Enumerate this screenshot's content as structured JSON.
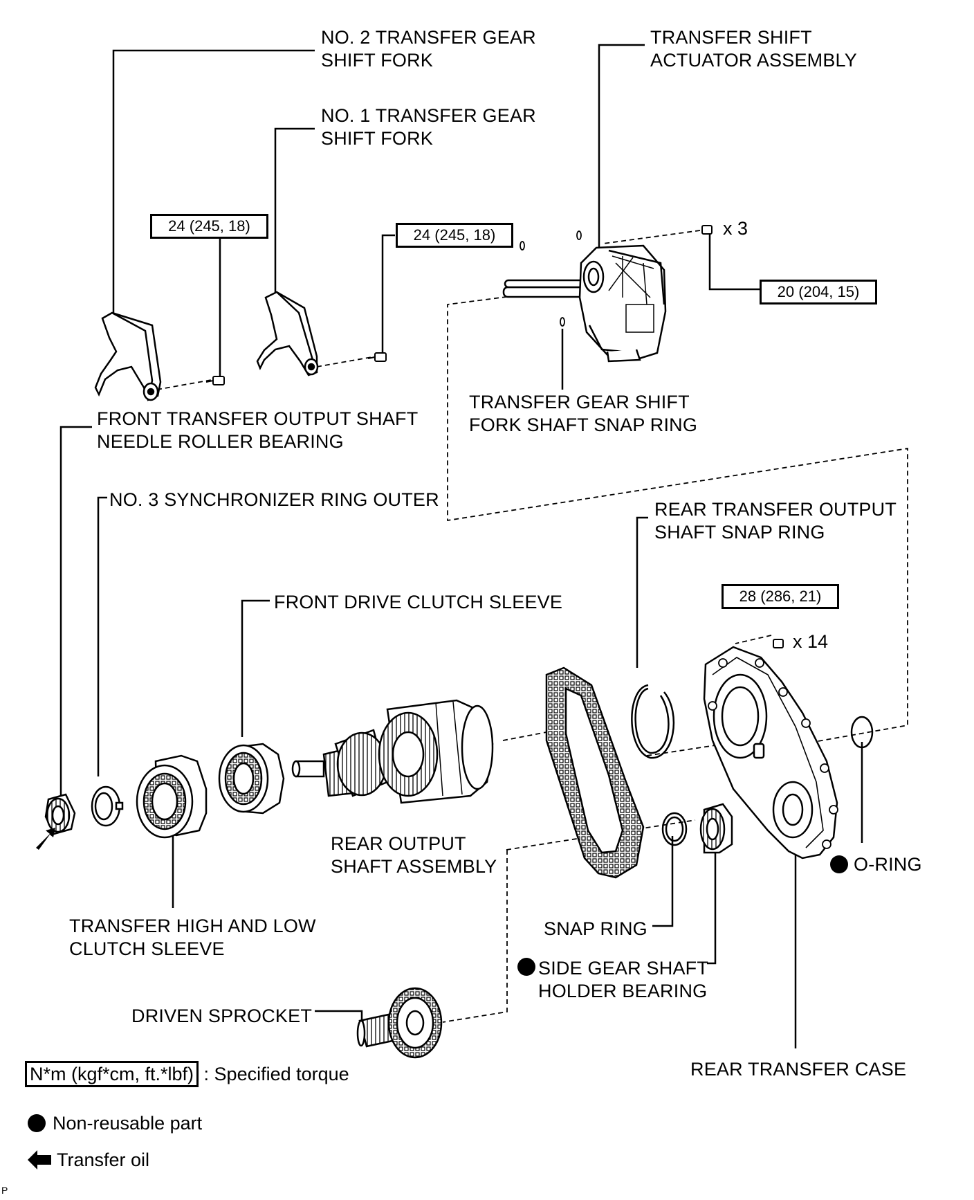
{
  "labels": {
    "no2_fork": "NO. 2 TRANSFER GEAR\nSHIFT FORK",
    "no1_fork": "NO. 1 TRANSFER GEAR\nSHIFT FORK",
    "actuator": "TRANSFER SHIFT\nACTUATOR ASSEMBLY",
    "fork_shaft_snap_ring": "TRANSFER GEAR SHIFT\nFORK SHAFT SNAP RING",
    "front_needle_bearing": "FRONT TRANSFER OUTPUT SHAFT\nNEEDLE ROLLER BEARING",
    "sync_ring": "NO. 3 SYNCHRONIZER RING OUTER",
    "rear_output_snap_ring": "REAR TRANSFER OUTPUT\nSHAFT SNAP RING",
    "front_drive_sleeve": "FRONT DRIVE CLUTCH SLEEVE",
    "rear_output_shaft": "REAR OUTPUT\nSHAFT ASSEMBLY",
    "o_ring": "O-RING",
    "high_low_sleeve": "TRANSFER HIGH AND LOW\nCLUTCH SLEEVE",
    "snap_ring": "SNAP RING",
    "side_gear_bearing": "SIDE GEAR SHAFT\nHOLDER BEARING",
    "driven_sprocket": "DRIVEN SPROCKET",
    "rear_case": "REAR TRANSFER CASE"
  },
  "torques": {
    "fork2_bolt": "24 (245, 18)",
    "fork1_bolt": "24 (245, 18)",
    "actuator_bolt": "20 (204, 15)",
    "case_bolt": "28 (286, 21)"
  },
  "multipliers": {
    "actuator_bolt": "x 3",
    "case_bolt": "x 14"
  },
  "legend": {
    "torque_box": "N*m (kgf*cm, ft.*lbf)",
    "torque_text": ": Specified torque",
    "non_reusable": "Non-reusable part",
    "transfer_oil": "Transfer oil"
  },
  "figure_code": "P",
  "colors": {
    "ink": "#000000",
    "paper": "#ffffff",
    "shade": "#bfbfbf"
  }
}
